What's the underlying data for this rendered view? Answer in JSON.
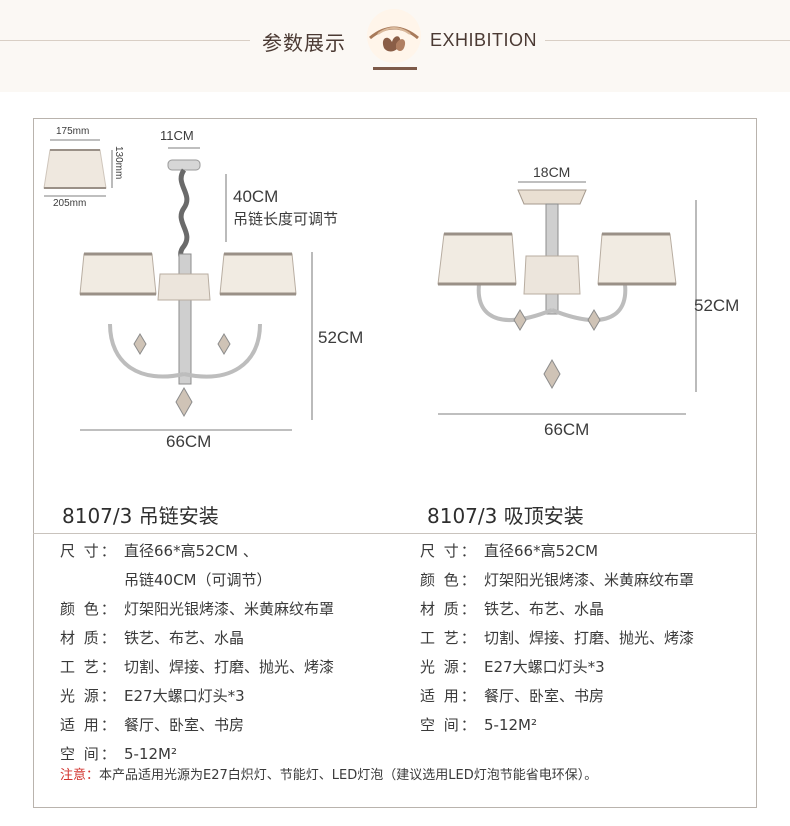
{
  "header": {
    "title_cn": "参数展示",
    "title_en": "EXHIBITION"
  },
  "left_diagram": {
    "shade_width_top": "175mm",
    "shade_height": "130mm",
    "shade_width_bottom": "205mm",
    "rod_width": "11CM",
    "chain_length": "40CM",
    "chain_note": "吊链长度可调节",
    "height": "52CM",
    "width": "66CM"
  },
  "right_diagram": {
    "canopy_width": "18CM",
    "height": "52CM",
    "width": "66CM"
  },
  "left_spec": {
    "title": "8107/3 吊链安装",
    "rows": [
      {
        "label": "尺 寸：",
        "value": "直径66*高52CM 、"
      },
      {
        "label": "",
        "value": "吊链40CM（可调节）"
      },
      {
        "label": "颜 色：",
        "value": "灯架阳光银烤漆、米黄麻纹布罩"
      },
      {
        "label": "材 质：",
        "value": "铁艺、布艺、水晶"
      },
      {
        "label": "工 艺：",
        "value": "切割、焊接、打磨、抛光、烤漆"
      },
      {
        "label": "光 源：",
        "value": "E27大螺口灯头*3"
      },
      {
        "label": "适 用：",
        "value": "餐厅、卧室、书房"
      },
      {
        "label": "空 间：",
        "value": "5-12M²"
      }
    ]
  },
  "right_spec": {
    "title": "8107/3 吸顶安装",
    "rows": [
      {
        "label": "尺 寸：",
        "value": "直径66*高52CM"
      },
      {
        "label": "颜 色：",
        "value": "灯架阳光银烤漆、米黄麻纹布罩"
      },
      {
        "label": "材 质：",
        "value": "铁艺、布艺、水晶"
      },
      {
        "label": "工 艺：",
        "value": "切割、焊接、打磨、抛光、烤漆"
      },
      {
        "label": "光 源：",
        "value": "E27大螺口灯头*3"
      },
      {
        "label": "适 用：",
        "value": "餐厅、卧室、书房"
      },
      {
        "label": "空 间：",
        "value": "5-12M²"
      }
    ]
  },
  "note": {
    "label": "注意：",
    "text": "本产品适用光源为E27白炽灯、节能灯、LED灯泡（建议选用LED灯泡节能省电环保）。"
  },
  "colors": {
    "accent_red": "#d2322d",
    "logo_brown": "#7d5a49",
    "frame_border": "#b9b3ad",
    "header_bg": "#fbf8f4"
  }
}
